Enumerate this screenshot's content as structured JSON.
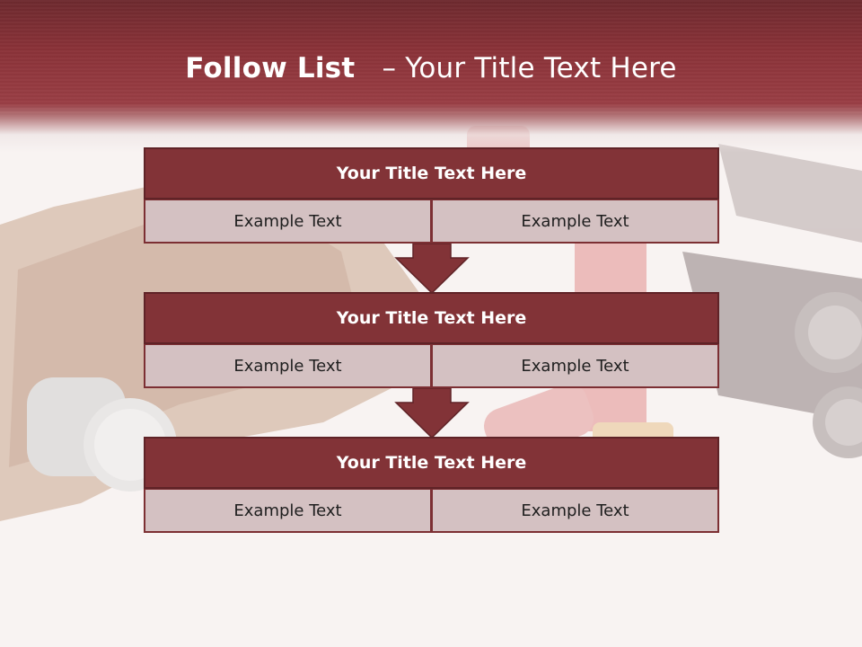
{
  "header": {
    "title_bold": "Follow List",
    "title_separator": "–",
    "title_rest": "Your Title Text Here"
  },
  "blocks": [
    {
      "title": "Your Title Text Here",
      "cells": [
        "Example Text",
        "Example Text"
      ]
    },
    {
      "title": "Your Title Text Here",
      "cells": [
        "Example Text",
        "Example Text"
      ]
    },
    {
      "title": "Your Title Text Here",
      "cells": [
        "Example Text",
        "Example Text"
      ]
    }
  ],
  "colors": {
    "header": "#8a3238",
    "block_title": "#823337",
    "cell": "#d4c1c2",
    "arrow": "#823337",
    "background": "#f8f3f2"
  }
}
